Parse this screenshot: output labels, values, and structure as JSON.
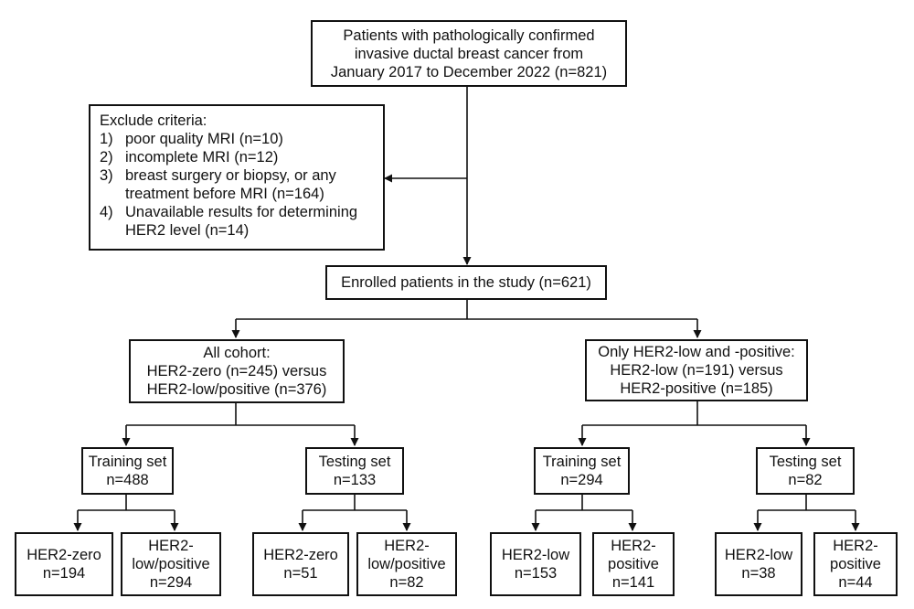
{
  "top": {
    "lines": [
      "Patients with pathologically confirmed",
      "invasive ductal breast cancer from",
      "January 2017 to December 2022 (n=821)"
    ]
  },
  "exclude": {
    "title": "Exclude criteria:",
    "items": [
      {
        "num": "1)",
        "lines": [
          "poor quality MRI (n=10)"
        ]
      },
      {
        "num": "2)",
        "lines": [
          "incomplete MRI (n=12)"
        ]
      },
      {
        "num": "3)",
        "lines": [
          "breast surgery or biopsy, or any",
          "treatment before MRI (n=164)"
        ]
      },
      {
        "num": "4)",
        "lines": [
          "Unavailable results for determining",
          "HER2 level (n=14)"
        ]
      }
    ]
  },
  "enrolled": "Enrolled patients in the study (n=621)",
  "left_cohort": {
    "lines": [
      "All cohort:",
      "HER2-zero (n=245) versus",
      "HER2-low/positive (n=376)"
    ],
    "training": {
      "lines": [
        "Training set",
        "n=488"
      ]
    },
    "testing": {
      "lines": [
        "Testing set",
        "n=133"
      ]
    },
    "leaves": [
      {
        "lines": [
          "HER2-zero",
          "n=194"
        ]
      },
      {
        "lines": [
          "HER2-",
          "low/positive",
          "n=294"
        ]
      },
      {
        "lines": [
          "HER2-zero",
          "n=51"
        ]
      },
      {
        "lines": [
          "HER2-",
          "low/positive",
          "n=82"
        ]
      }
    ]
  },
  "right_cohort": {
    "lines": [
      "Only HER2-low and -positive:",
      "HER2-low (n=191) versus",
      "HER2-positive (n=185)"
    ],
    "training": {
      "lines": [
        "Training set",
        "n=294"
      ]
    },
    "testing": {
      "lines": [
        "Testing set",
        "n=82"
      ]
    },
    "leaves": [
      {
        "lines": [
          "HER2-low",
          "n=153"
        ]
      },
      {
        "lines": [
          "HER2-",
          "positive",
          "n=141"
        ]
      },
      {
        "lines": [
          "HER2-low",
          "n=38"
        ]
      },
      {
        "lines": [
          "HER2-",
          "positive",
          "n=44"
        ]
      }
    ]
  }
}
